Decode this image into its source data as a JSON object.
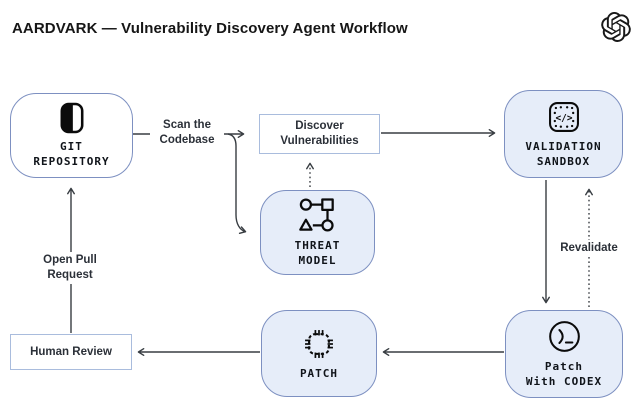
{
  "page": {
    "title": "AARDVARK — Vulnerability Discovery Agent Workflow"
  },
  "logo": {
    "name": "openai-logo"
  },
  "colors": {
    "node_fill": "#e6edf9",
    "node_border": "#7d90c1",
    "box_border": "#a9bcdd",
    "line": "#383d42",
    "icon_ink": "#0b0b0b",
    "text": "#161616"
  },
  "nodes": {
    "git_repository": {
      "label": "GIT\nREPOSITORY",
      "icon": "repo-icon"
    },
    "discover": {
      "label": "Discover\nVulnerabilities"
    },
    "threat_model": {
      "label": "THREAT\nMODEL",
      "icon": "threat-shapes-icon"
    },
    "validation_sandbox": {
      "label": "VALIDATION\nSANDBOX",
      "icon": "sandbox-code-icon"
    },
    "patch": {
      "label": "PATCH",
      "icon": "stitched-patch-icon"
    },
    "patch_with_codex": {
      "label": "Patch\nWith CODEX",
      "icon": "codex-terminal-icon"
    },
    "human_review": {
      "label": "Human Review"
    }
  },
  "edges": {
    "scan": {
      "label": "Scan the\nCodebase"
    },
    "open_pr": {
      "label": "Open Pull\nRequest"
    },
    "revalidate": {
      "label": "Revalidate"
    }
  }
}
